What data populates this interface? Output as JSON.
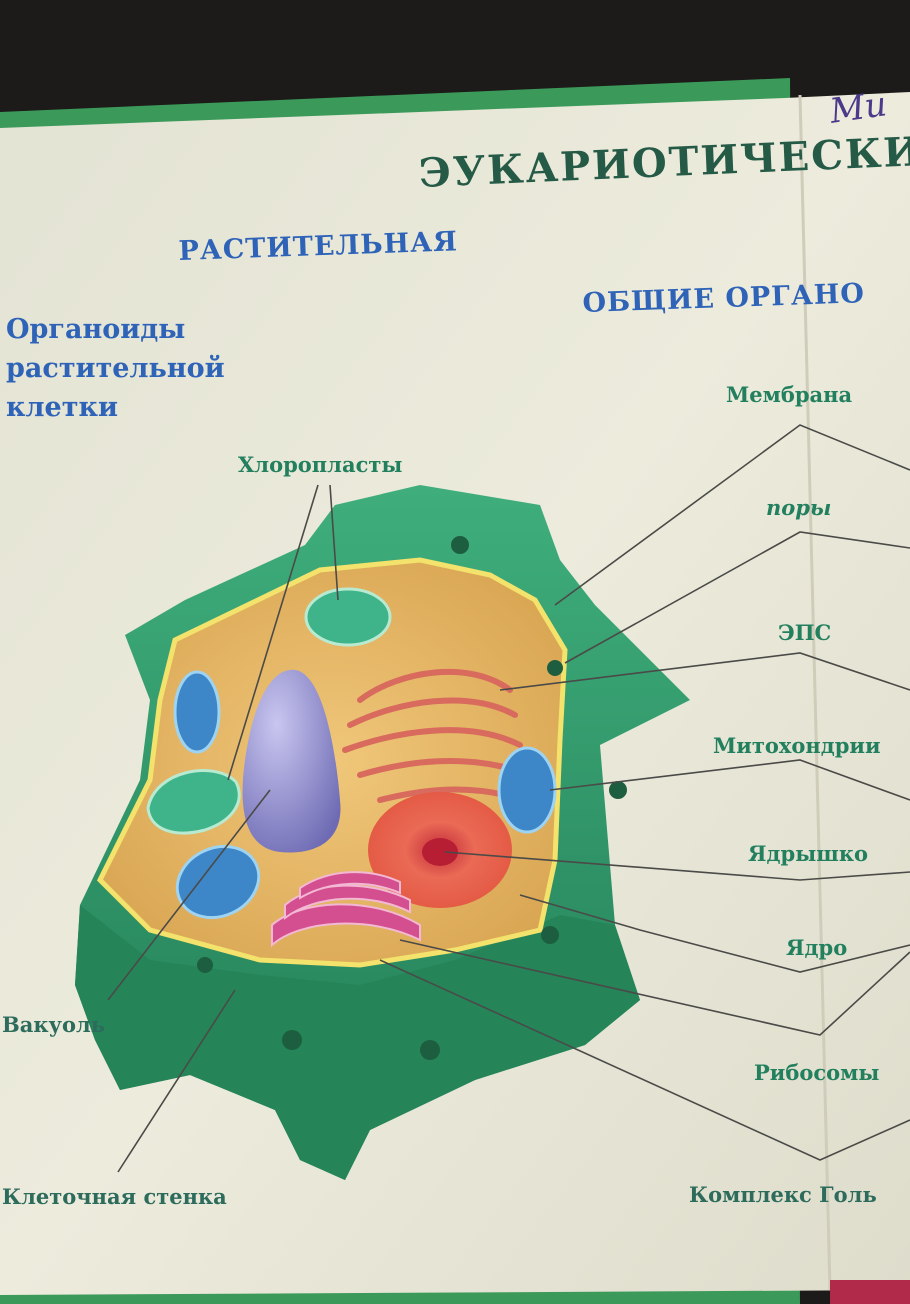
{
  "poster": {
    "title": "ЭУКАРИОТИЧЕСКИ",
    "subtitle_left": "РАСТИТЕЛЬНАЯ",
    "subtitle_right": "ОБЩИЕ ОРГАНО",
    "side_heading": [
      "Органоиды",
      "растительной",
      "клетки"
    ],
    "handwriting": "Ми"
  },
  "labels": {
    "chloroplasts": "Хлоропласты",
    "vacuole": "Вакуоль",
    "cell_wall": "Клеточная стенка",
    "membrane": "Мембрана",
    "pores": "поры",
    "eps": "ЭПС",
    "mitochondria": "Митохондрии",
    "nucleolus": "Ядрышко",
    "nucleus": "Ядро",
    "ribosomes": "Рибосомы",
    "golgi": "Комплекс Голь"
  },
  "colors": {
    "paper": "#e9e7d6",
    "cell_wall_green": "#2f9a6c",
    "cytoplasm": "#e6b766",
    "nucleus_purple": "#8f8fcf",
    "title_green": "#245a46",
    "subtitle_blue": "#2e63b8",
    "label_green": "#23805f"
  }
}
